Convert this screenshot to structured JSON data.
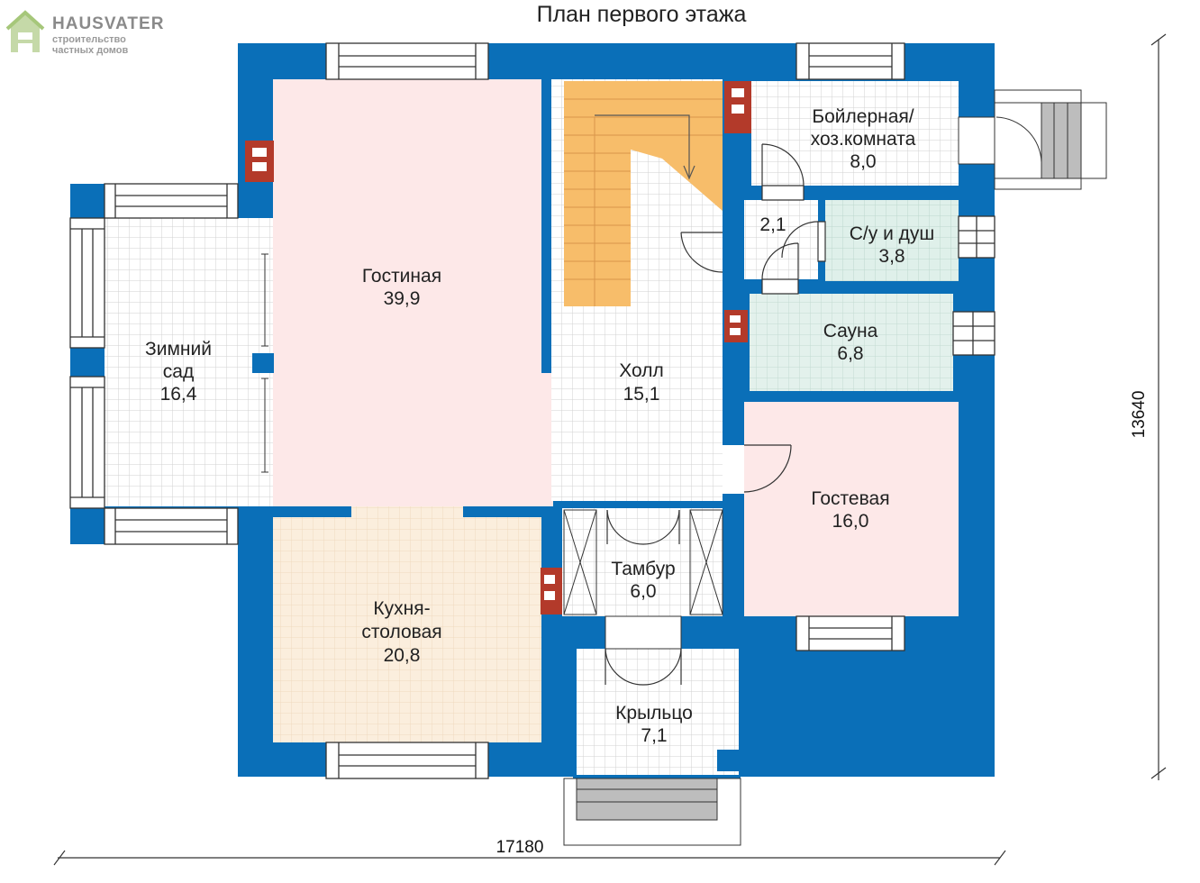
{
  "title": "План первого этажа",
  "logo": {
    "brand": "HAUSVATER",
    "tagline_1": "строительство",
    "tagline_2": "частных домов"
  },
  "colors": {
    "wall": "#0a6fb8",
    "living_floor": "#fde8e8",
    "kitchen_floor": "#fbeedd",
    "tile_floor": "#ffffff",
    "tile_line": "#cfcfcf",
    "sauna_floor": "#e3f1ec",
    "stairs": "#f7bd6a",
    "chimney": "#b33a2a"
  },
  "rooms": [
    {
      "id": "living",
      "name": "Гостиная",
      "area": "39,9"
    },
    {
      "id": "garden",
      "name_1": "Зимний",
      "name_2": "сад",
      "area": "16,4"
    },
    {
      "id": "kitchen",
      "name_1": "Кухня-",
      "name_2": "столовая",
      "area": "20,8"
    },
    {
      "id": "hall",
      "name": "Холл",
      "area": "15,1"
    },
    {
      "id": "boiler",
      "name_1": "Бойлерная/",
      "name_2": "хоз.комната",
      "area": "8,0"
    },
    {
      "id": "closet",
      "area": "2,1"
    },
    {
      "id": "bath",
      "name": "С/у и душ",
      "area": "3,8"
    },
    {
      "id": "sauna",
      "name": "Сауна",
      "area": "6,8"
    },
    {
      "id": "guest",
      "name": "Гостевая",
      "area": "16,0"
    },
    {
      "id": "vestibule",
      "name": "Тамбур",
      "area": "6,0"
    },
    {
      "id": "porch",
      "name": "Крыльцо",
      "area": "7,1"
    }
  ],
  "dimensions": {
    "width": "17180",
    "height": "13640"
  }
}
